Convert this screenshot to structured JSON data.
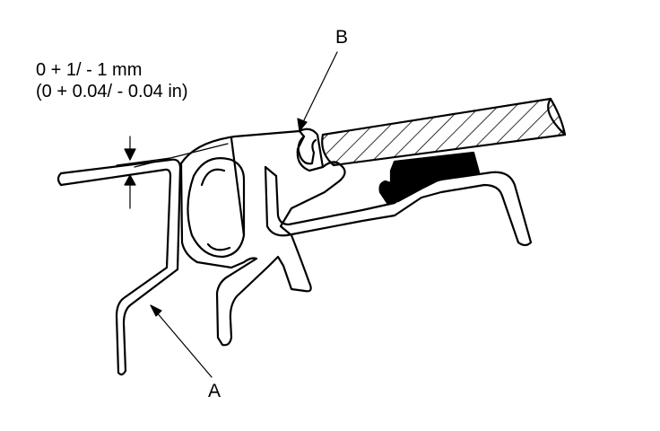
{
  "dimension_note": {
    "line1": "0 + 1/ - 1 mm",
    "line2": "(0 + 0.04/ - 0.04 in)"
  },
  "callouts": {
    "a": "A",
    "b": "B"
  },
  "colors": {
    "ink": "#000000",
    "paper": "#ffffff",
    "seal_fill": "#000000"
  }
}
